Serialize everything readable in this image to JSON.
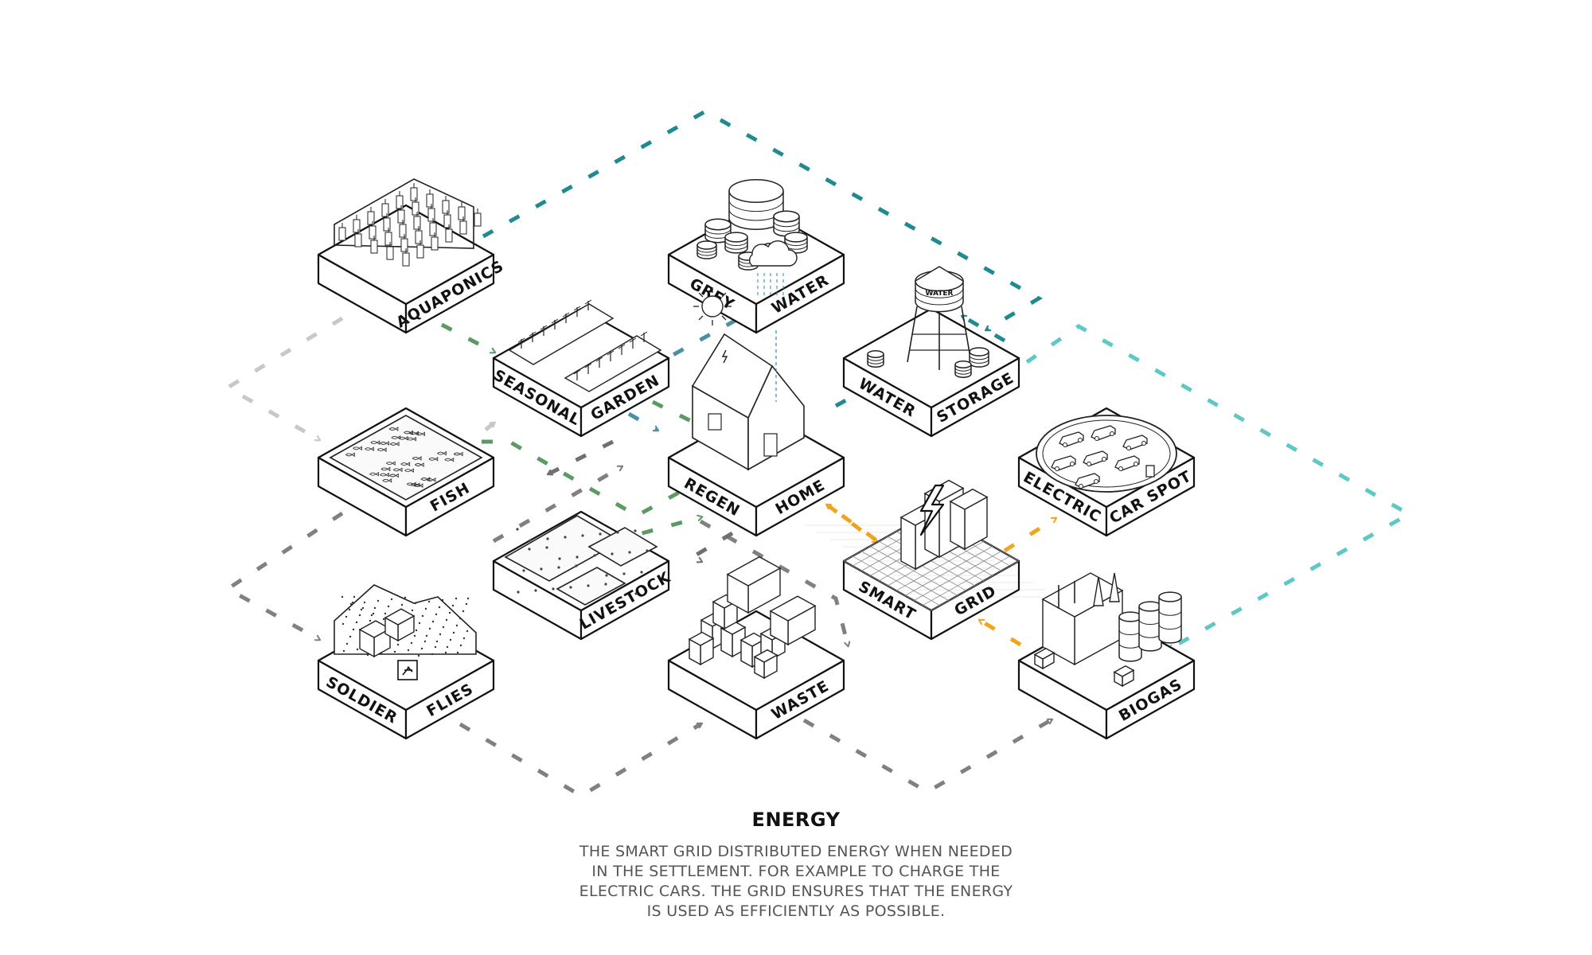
{
  "tiles": [
    {
      "id": "aquaponics",
      "label_left": "",
      "label_right": "AQUAPONICS"
    },
    {
      "id": "grey-water",
      "label_left": "GREY",
      "label_right": "WATER"
    },
    {
      "id": "seasonal-garden",
      "label_left": "SEASONAL",
      "label_right": "GARDEN"
    },
    {
      "id": "water-storage",
      "label_left": "WATER",
      "label_right": "STORAGE"
    },
    {
      "id": "fish",
      "label_left": "",
      "label_right": "FISH"
    },
    {
      "id": "regen-home",
      "label_left": "REGEN",
      "label_right": "HOME"
    },
    {
      "id": "electric-car-spot",
      "label_left": "ELECTRIC",
      "label_right": "CAR SPOT"
    },
    {
      "id": "livestock",
      "label_left": "",
      "label_right": "LIVESTOCK"
    },
    {
      "id": "smart-grid",
      "label_left": "SMART",
      "label_right": "GRID"
    },
    {
      "id": "soldier-flies",
      "label_left": "SOLDIER",
      "label_right": "FLIES"
    },
    {
      "id": "waste",
      "label_left": "",
      "label_right": "WASTE"
    },
    {
      "id": "biogas",
      "label_left": "",
      "label_right": "BIOGAS"
    }
  ],
  "water_tower_label": "WATER",
  "flow_colors": {
    "water": "#1f8a8f",
    "biogas": "#5ec8c4",
    "compost": "#c8c8c8",
    "waste": "#808080",
    "food": "#5c9a64",
    "greywater": "#4a8fa6",
    "energy": "#f0a61c",
    "home": "#707070"
  },
  "caption": {
    "title": "ENERGY",
    "lines": [
      "THE SMART GRID DISTRIBUTED ENERGY WHEN NEEDED",
      "IN THE SETTLEMENT. FOR EXAMPLE TO CHARGE THE",
      "ELECTRIC CARS. THE GRID ENSURES THAT THE ENERGY",
      "IS USED AS EFFICIENTLY AS POSSIBLE."
    ]
  }
}
